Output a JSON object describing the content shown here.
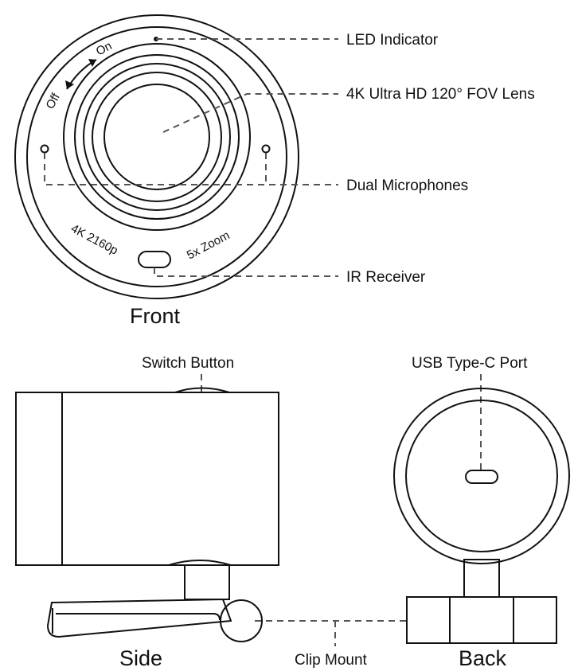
{
  "callouts": {
    "led_indicator": "LED Indicator",
    "lens": "4K Ultra HD 120° FOV Lens",
    "dual_microphones": "Dual Microphones",
    "ir_receiver": "IR Receiver",
    "switch_button": "Switch Button",
    "usb_port": "USB Type-C Port",
    "clip_mount": "Clip Mount"
  },
  "views": {
    "front": "Front",
    "side": "Side",
    "back": "Back"
  },
  "ring_text": {
    "on": "On",
    "off": "Off",
    "resolution": "4K 2160p",
    "zoom": "5x Zoom"
  }
}
